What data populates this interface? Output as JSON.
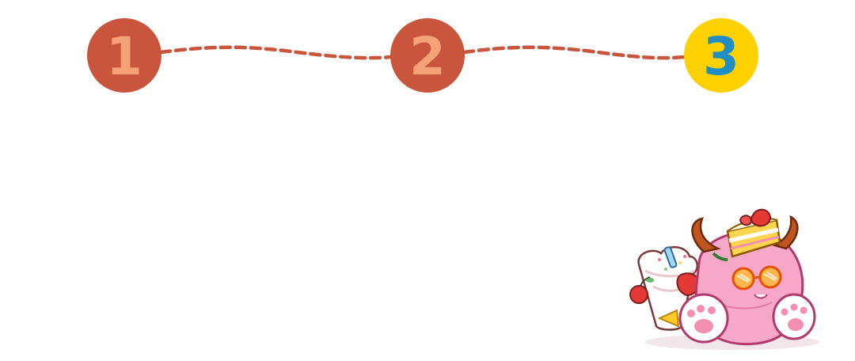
{
  "colors": {
    "completed_fill": "#C9553D",
    "completed_text": "#F6A279",
    "active_fill": "#FFD100",
    "active_text": "#1F8EC4",
    "connector": "#C9553D"
  },
  "stepper": {
    "steps": [
      {
        "number": "1",
        "state": "completed"
      },
      {
        "number": "2",
        "state": "completed"
      },
      {
        "number": "3",
        "state": "active"
      }
    ]
  },
  "mascot": {
    "icon": "pink-axie-mascot-with-desserts"
  }
}
